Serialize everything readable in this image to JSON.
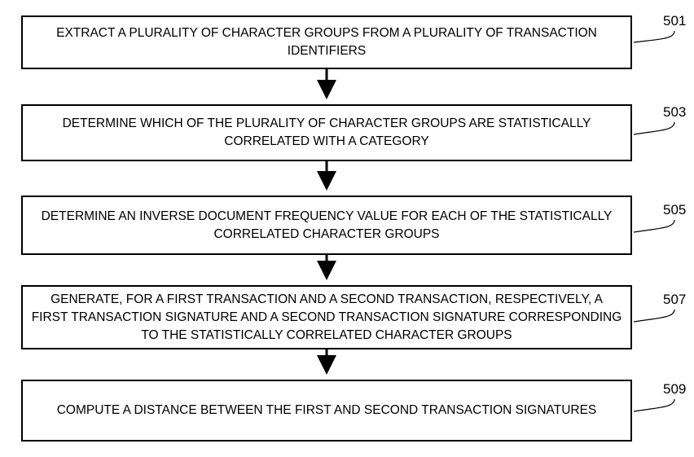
{
  "steps": [
    {
      "ref": "501",
      "text": "EXTRACT A PLURALITY OF CHARACTER GROUPS FROM A PLURALITY OF TRANSACTION IDENTIFIERS"
    },
    {
      "ref": "503",
      "text": "DETERMINE WHICH OF THE PLURALITY OF CHARACTER GROUPS ARE STATISTICALLY CORRELATED WITH A CATEGORY"
    },
    {
      "ref": "505",
      "text": "DETERMINE AN INVERSE DOCUMENT FREQUENCY VALUE FOR EACH OF THE STATISTICALLY CORRELATED CHARACTER GROUPS"
    },
    {
      "ref": "507",
      "text": "GENERATE, FOR A FIRST TRANSACTION AND A SECOND TRANSACTION, RESPECTIVELY, A FIRST TRANSACTION SIGNATURE AND A SECOND TRANSACTION SIGNATURE CORRESPONDING TO THE STATISTICALLY CORRELATED CHARACTER GROUPS"
    },
    {
      "ref": "509",
      "text": "COMPUTE A DISTANCE BETWEEN THE FIRST AND SECOND TRANSACTION SIGNATURES"
    }
  ]
}
